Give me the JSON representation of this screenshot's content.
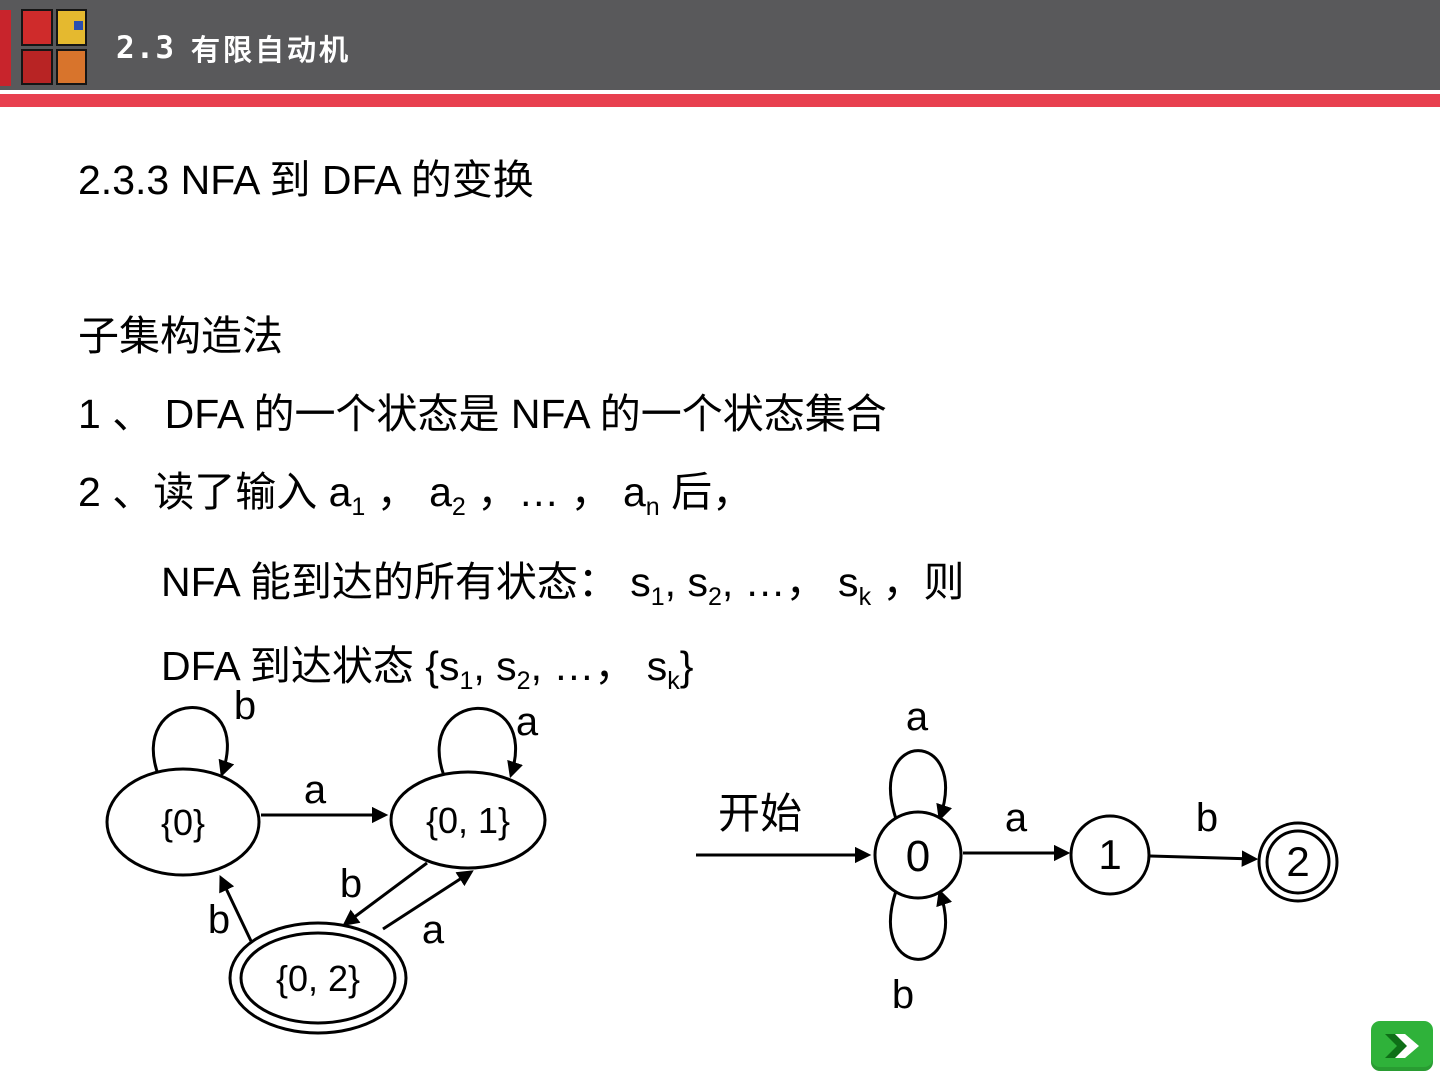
{
  "colors": {
    "header_bg": "#59595b",
    "accent_stripe": "#e8404f",
    "nav_button_green": "#2fb23a"
  },
  "header": {
    "logo_icon": "puzzle-pieces-logo",
    "section_number": "2.3",
    "section_title": "有限自动机"
  },
  "slide": {
    "title": "2.3.3 NFA 到 DFA 的变换",
    "subset_heading": "子集构造法",
    "point1": "1 、 DFA 的一个状态是 NFA 的一个状态集合",
    "point2_parts": [
      "2 、读了输入 a",
      "1",
      " ， a",
      "2",
      " ，… ， a",
      "n",
      " 后，"
    ],
    "point3_parts": [
      "NFA 能到达的所有状态： s",
      "1",
      ", s",
      "2",
      ", …， s",
      "k",
      " ，则"
    ],
    "point4_parts": [
      "DFA 到达状态 {s",
      "1",
      ", s",
      "2",
      ", …， s",
      "k",
      "}"
    ]
  },
  "dfa_diagram": {
    "states": [
      {
        "label": "{0}",
        "accepting": false
      },
      {
        "label": "{0, 1}",
        "accepting": false
      },
      {
        "label": "{0, 2}",
        "accepting": true
      }
    ],
    "edge_labels": {
      "loop_s0": "b",
      "loop_s01": "a",
      "s0_to_s01": "a",
      "s01_to_s02": "b",
      "s02_to_s01": "a",
      "s02_to_s0": "b"
    }
  },
  "nfa_diagram": {
    "start_label": "开始",
    "states": [
      {
        "label": "0",
        "accepting": false
      },
      {
        "label": "1",
        "accepting": false
      },
      {
        "label": "2",
        "accepting": true
      }
    ],
    "edge_labels": {
      "loop_top_s0": "a",
      "loop_bottom_s0": "b",
      "s0_to_s1": "a",
      "s1_to_s2": "b"
    }
  },
  "nav": {
    "next_icon": "double-chevron-right"
  }
}
